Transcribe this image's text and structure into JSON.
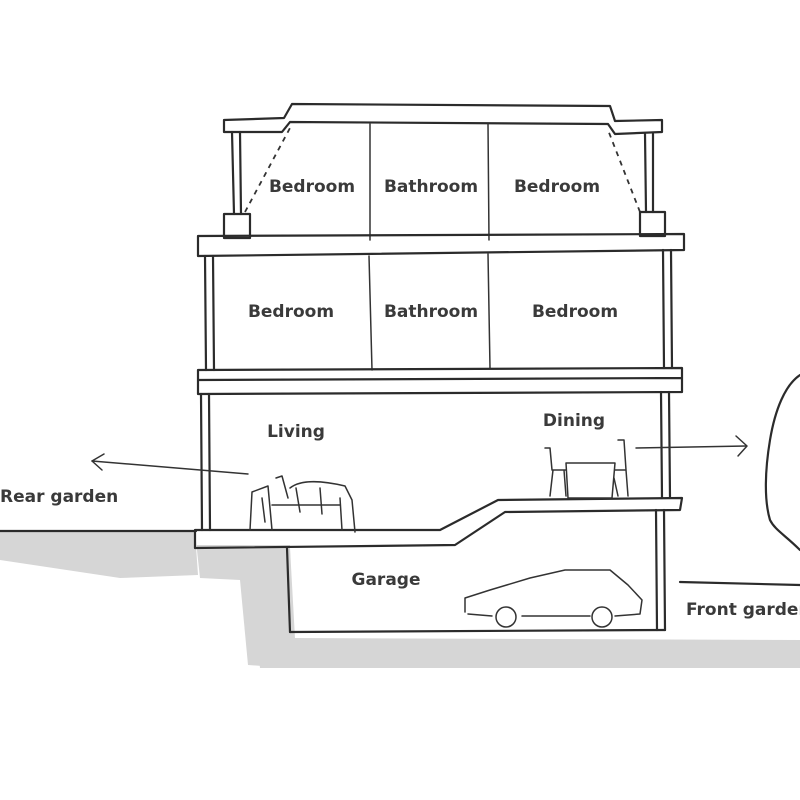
{
  "labels": {
    "top_bedroom_left": "Bedroom",
    "top_bathroom": "Bathroom",
    "top_bedroom_right": "Bedroom",
    "mid_bedroom_left": "Bedroom",
    "mid_bathroom": "Bathroom",
    "mid_bedroom_right": "Bedroom",
    "living": "Living",
    "dining": "Dining",
    "rear_garden": "Rear garden",
    "garage": "Garage",
    "front_garden": "Front garden"
  },
  "colors": {
    "ink": "#2b2b2b",
    "ground": "#d6d6d6",
    "label": "#3a3a3a"
  }
}
